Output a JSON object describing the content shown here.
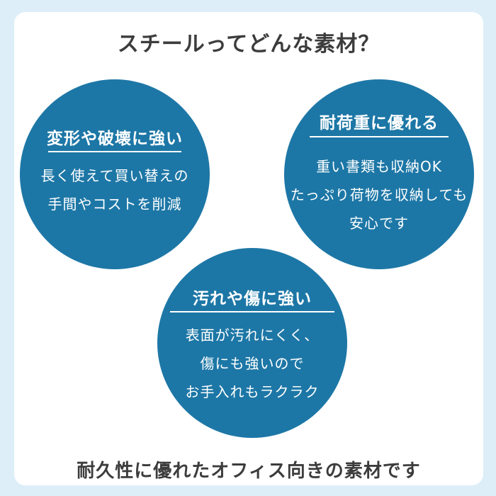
{
  "page": {
    "title": "スチールってどんな素材？",
    "footer": "耐久性に優れたオフィス向きの素材です"
  },
  "features": [
    {
      "heading": "変形や破壊に強い",
      "lines": [
        "長く使えて買い替えの",
        "手間やコストを削減"
      ]
    },
    {
      "heading": "耐荷重に優れる",
      "lines": [
        "重い書類も収納OK",
        "たっぷり荷物を収納しても",
        "安心です"
      ]
    },
    {
      "heading": "汚れや傷に強い",
      "lines": [
        "表面が汚れにくく、",
        "傷にも強いので",
        "お手入れもラクラク"
      ]
    }
  ],
  "colors": {
    "background": "#ddeef8",
    "card": "#ffffff",
    "circle": "#1d77a6",
    "title_highlight": "#a9d6ec",
    "text": "#3c3c3c"
  }
}
